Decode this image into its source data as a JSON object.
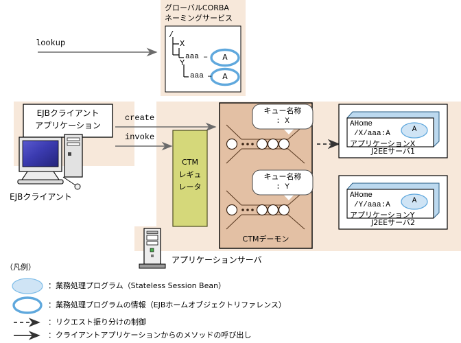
{
  "diagram": {
    "naming_service": {
      "title_line1": "グローバルCORBA",
      "title_line2": "ネーミングサービス",
      "tree_root": "/",
      "nodes": [
        {
          "branch": "X",
          "leaf": "aaa",
          "dash": "–",
          "bean": "A"
        },
        {
          "branch": "Y",
          "leaf": "aaa",
          "dash": "–",
          "bean": "A"
        }
      ]
    },
    "client": {
      "app_box_line1": "EJBクライアント",
      "app_box_line2": "アプリケーション",
      "caption": "EJBクライアント",
      "icon": "desktop-computer-icon"
    },
    "arrows": {
      "lookup": "lookup",
      "create": "create",
      "invoke": "invoke"
    },
    "app_server": {
      "caption": "アプリケーションサーバ",
      "icon": "server-tower-icon",
      "regulator_lines": [
        "CTM",
        "レギュ",
        "レータ"
      ],
      "daemon_label": "CTMデーモン",
      "queues": [
        {
          "title_line1": "キュー名称",
          "title_line2": ": X"
        },
        {
          "title_line1": "キュー名称",
          "title_line2": ": Y"
        }
      ]
    },
    "j2ee_servers": [
      {
        "home": "AHome",
        "path": "/X/aaa:A",
        "app": "アプリケーションX",
        "bean": "A",
        "caption": "J2EEサーバ1"
      },
      {
        "home": "AHome",
        "path": "/Y/aaa:A",
        "app": "アプリケーションY",
        "bean": "A",
        "caption": "J2EEサーバ2"
      }
    ]
  },
  "legend": {
    "title": "（凡例）",
    "items": [
      {
        "symbol": "filled-ellipse",
        "text": "：業務処理プログラム（Stateless Session Bean）"
      },
      {
        "symbol": "outline-ellipse",
        "text": "：業務処理プログラムの情報（EJBホームオブジェクトリファレンス）"
      },
      {
        "symbol": "dashed-arrow",
        "text": "：リクエスト振り分けの制御"
      },
      {
        "symbol": "solid-arrow",
        "text": "：クライアントアプリケーションからのメソッドの呼び出し"
      }
    ]
  },
  "colors": {
    "peach_region": "#f7e8da",
    "daemon_tan": "#e3c0a4",
    "regulator_olive": "#d5d87a",
    "bean_blue_fill": "#cfe4f5",
    "bean_blue_stroke": "#5fa8dd",
    "box3d_top": "#bcd9ef",
    "line": "#000000",
    "arrow_gray": "#6b6b6b"
  }
}
